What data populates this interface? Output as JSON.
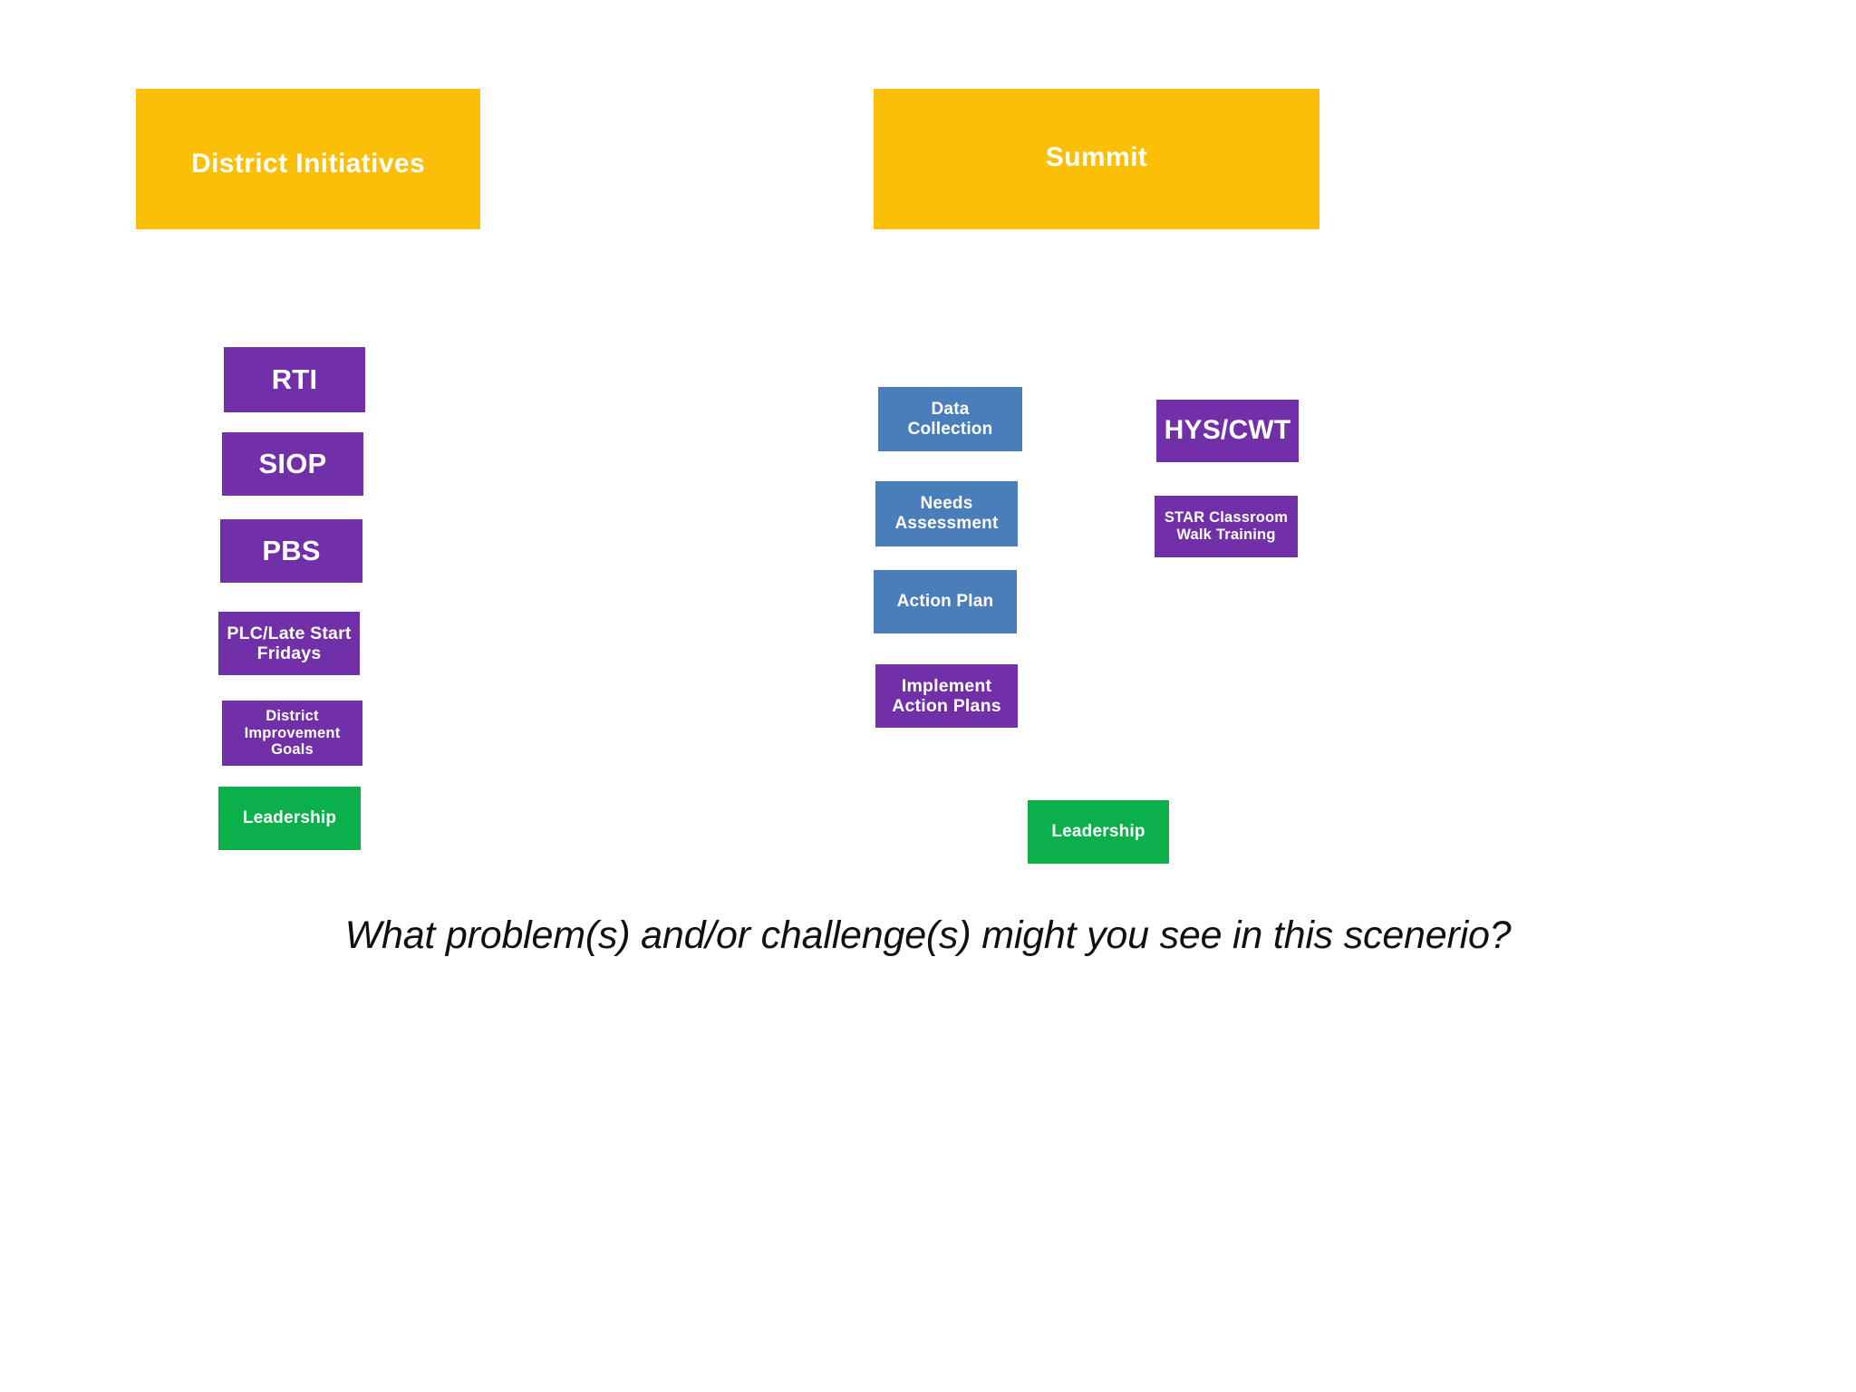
{
  "slide": {
    "background_color": "#ffffff",
    "question": "What problem(s) and/or challenge(s) might you see in this scenerio?"
  },
  "palette": {
    "amber": "#fcbf08",
    "purple": "#7230a8",
    "blue": "#4a7ebb",
    "green": "#0cb04a",
    "text_on_shape": "#ffffff",
    "question_text": "#101010"
  },
  "columns": {
    "district": {
      "banner_label": "District Initiatives",
      "banner_color": "#fcbf08",
      "items": [
        {
          "label": "RTI",
          "color": "#7230a8"
        },
        {
          "label": "SIOP",
          "color": "#7230a8"
        },
        {
          "label": "PBS",
          "color": "#7230a8"
        },
        {
          "label": "PLC/Late Start\nFridays",
          "color": "#7230a8"
        },
        {
          "label": "District\nImprovement\nGoals",
          "color": "#7230a8"
        },
        {
          "label": "Leadership",
          "color": "#0cb04a"
        }
      ]
    },
    "summit": {
      "banner_label": "Summit",
      "banner_color": "#fcbf08",
      "process_items": [
        {
          "label": "Data\nCollection",
          "color": "#4a7ebb"
        },
        {
          "label": "Needs\nAssessment",
          "color": "#4a7ebb"
        },
        {
          "label": "Action Plan",
          "color": "#4a7ebb"
        },
        {
          "label": "Implement\nAction Plans",
          "color": "#7230a8"
        },
        {
          "label": "Leadership",
          "color": "#0cb04a"
        }
      ],
      "support_items": [
        {
          "label": "HYS/CWT",
          "color": "#7230a8"
        },
        {
          "label": "STAR Classroom\nWalk Training",
          "color": "#7230a8"
        }
      ]
    }
  }
}
